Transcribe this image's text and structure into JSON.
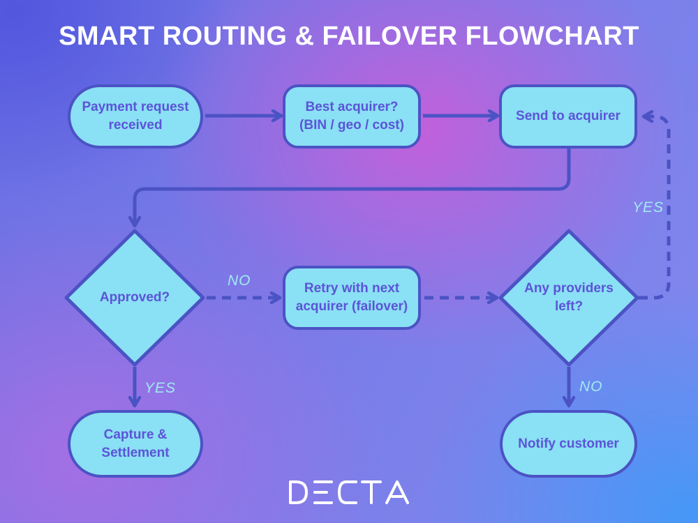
{
  "title": "SMART ROUTING & FAILOVER FLOWCHART",
  "logo": {
    "text": "DECTA"
  },
  "colors": {
    "node_fill": "#8AE0F4",
    "node_border": "#4B53C4",
    "node_text": "#5B54D8",
    "connector": "#4B53C4",
    "edge_label_text": "#9FE9F3",
    "title_text": "#FFFFFF",
    "background_corners": [
      "#5558DD",
      "#8389EE",
      "#AE6EE3",
      "#4D9AF5"
    ],
    "background_center": "#B867E0"
  },
  "flowchart": {
    "nodes": [
      {
        "id": "payment",
        "shape": "stadium",
        "label": "Payment request\nreceived"
      },
      {
        "id": "best_acquirer",
        "shape": "rounded-rect",
        "label": "Best acquirer?\n(BIN / geo / cost)"
      },
      {
        "id": "send_to_acquirer",
        "shape": "rounded-rect",
        "label": "Send to acquirer"
      },
      {
        "id": "approved",
        "shape": "diamond",
        "label": "Approved?"
      },
      {
        "id": "retry_failover",
        "shape": "rounded-rect",
        "label": "Retry with next\nacquirer (failover)"
      },
      {
        "id": "providers_left",
        "shape": "diamond",
        "label": "Any providers\nleft?"
      },
      {
        "id": "capture_settlement",
        "shape": "stadium",
        "label": "Capture &\nSettlement"
      },
      {
        "id": "notify_customer",
        "shape": "stadium",
        "label": "Notify customer"
      }
    ],
    "edges": [
      {
        "from": "payment",
        "to": "best_acquirer",
        "style": "solid",
        "label": ""
      },
      {
        "from": "best_acquirer",
        "to": "send_to_acquirer",
        "style": "solid",
        "label": ""
      },
      {
        "from": "send_to_acquirer",
        "to": "approved",
        "style": "solid",
        "label": ""
      },
      {
        "from": "approved",
        "to": "retry_failover",
        "style": "dashed",
        "label": "NO"
      },
      {
        "from": "retry_failover",
        "to": "providers_left",
        "style": "dashed",
        "label": ""
      },
      {
        "from": "providers_left",
        "to": "send_to_acquirer",
        "style": "dashed",
        "label": "YES"
      },
      {
        "from": "approved",
        "to": "capture_settlement",
        "style": "solid",
        "label": "YES"
      },
      {
        "from": "providers_left",
        "to": "notify_customer",
        "style": "solid",
        "label": "NO"
      }
    ],
    "edge_labels": {
      "no_failover": "NO",
      "yes_return": "YES",
      "yes_approved": "YES",
      "no_providers": "NO"
    }
  }
}
